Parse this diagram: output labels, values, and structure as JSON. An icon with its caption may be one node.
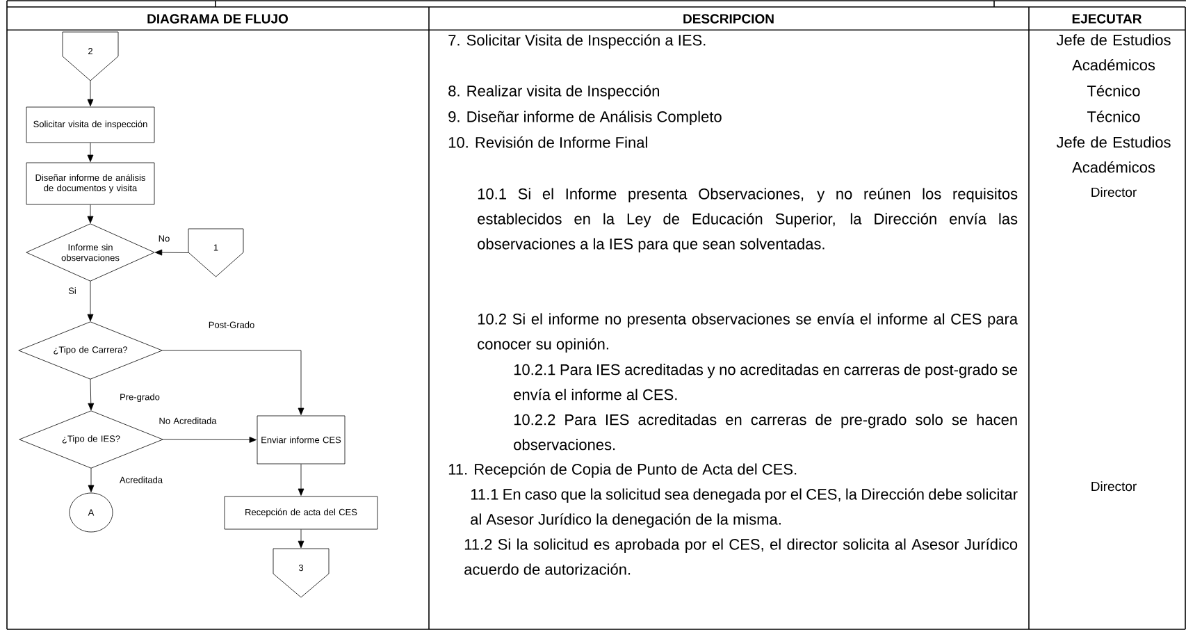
{
  "diagram": {
    "nodes": [
      {
        "text": [
          "2"
        ]
      },
      {
        "text": [
          "Solicitar visita de inspección"
        ]
      },
      {
        "text": [
          "Diseñar informe de análisis de documentos y visita"
        ]
      },
      {
        "text": [
          "Informe sin observaciones"
        ]
      },
      {
        "text": [
          "1"
        ]
      },
      {
        "text": [
          "¿Tipo de Carrera?"
        ]
      },
      {
        "text": [
          "¿Tipo de IES?"
        ]
      },
      {
        "text": [
          "Enviar informe CES"
        ]
      },
      {
        "text": [
          "A"
        ]
      },
      {
        "text": [
          "Recepción de acta del CES"
        ]
      },
      {
        "text": [
          "3"
        ]
      }
    ],
    "edges": [
      {
        "from": 0,
        "to": 1,
        "arrow": "to"
      },
      {
        "from": 1,
        "to": 2,
        "arrow": "to"
      },
      {
        "from": 2,
        "to": 3,
        "arrow": "to"
      },
      {
        "from": 4,
        "to": 3,
        "arrow": "to",
        "label": "No"
      },
      {
        "from": 3,
        "to": 5,
        "arrow": "to",
        "label": "Si"
      },
      {
        "from": 5,
        "to": 7,
        "arrow": "to",
        "label": "Post-Grado"
      },
      {
        "from": 5,
        "to": 6,
        "arrow": "to",
        "label": "Pre-grado"
      },
      {
        "from": 6,
        "to": 7,
        "arrow": "to",
        "label": "No Acreditada"
      },
      {
        "from": 6,
        "to": 8,
        "arrow": "to",
        "label": "Acreditada"
      },
      {
        "from": 7,
        "to": 9,
        "arrow": "to"
      },
      {
        "from": 9,
        "to": 10,
        "arrow": "to"
      }
    ],
    "labels": [
      "DIAGRAMA DE FLUJO",
      "DESCRIPCION",
      "EJECUTAR",
      "7. Solicitar Visita de Inspección a IES.",
      "8. Realizar visita de Inspección",
      "9. Diseñar informe de Análisis Completo",
      "10. Revisión de Informe Final",
      "10.1 Si el Informe presenta Observaciones, y no reúnen los requisitos establecidos en la Ley de Educación Superior, la Dirección envía las observaciones a la IES para que sean solventadas.",
      "10.2 Si el informe no presenta observaciones se envía el informe al CES para conocer su opinión.",
      "10.2.1 Para IES acreditadas y no acreditadas en carreras de post-grado se envía el informe al CES.",
      "10.2.2 Para IES acreditadas en carreras de pre-grado solo se hacen observaciones.",
      "11. Recepción de Copia de Punto de Acta del CES.",
      "11.1 En caso que la solicitud sea denegada por el CES, la Dirección debe solicitar al Asesor Jurídico la denegación de la misma.",
      "11.2 Si la solicitud es aprobada por el CES, el director solicita al Asesor Jurídico acuerdo de autorización.",
      "Jefe de Estudios Académicos",
      "Técnico",
      "Técnico",
      "Jefe de Estudios Académicos",
      "Director",
      "Director"
    ]
  }
}
